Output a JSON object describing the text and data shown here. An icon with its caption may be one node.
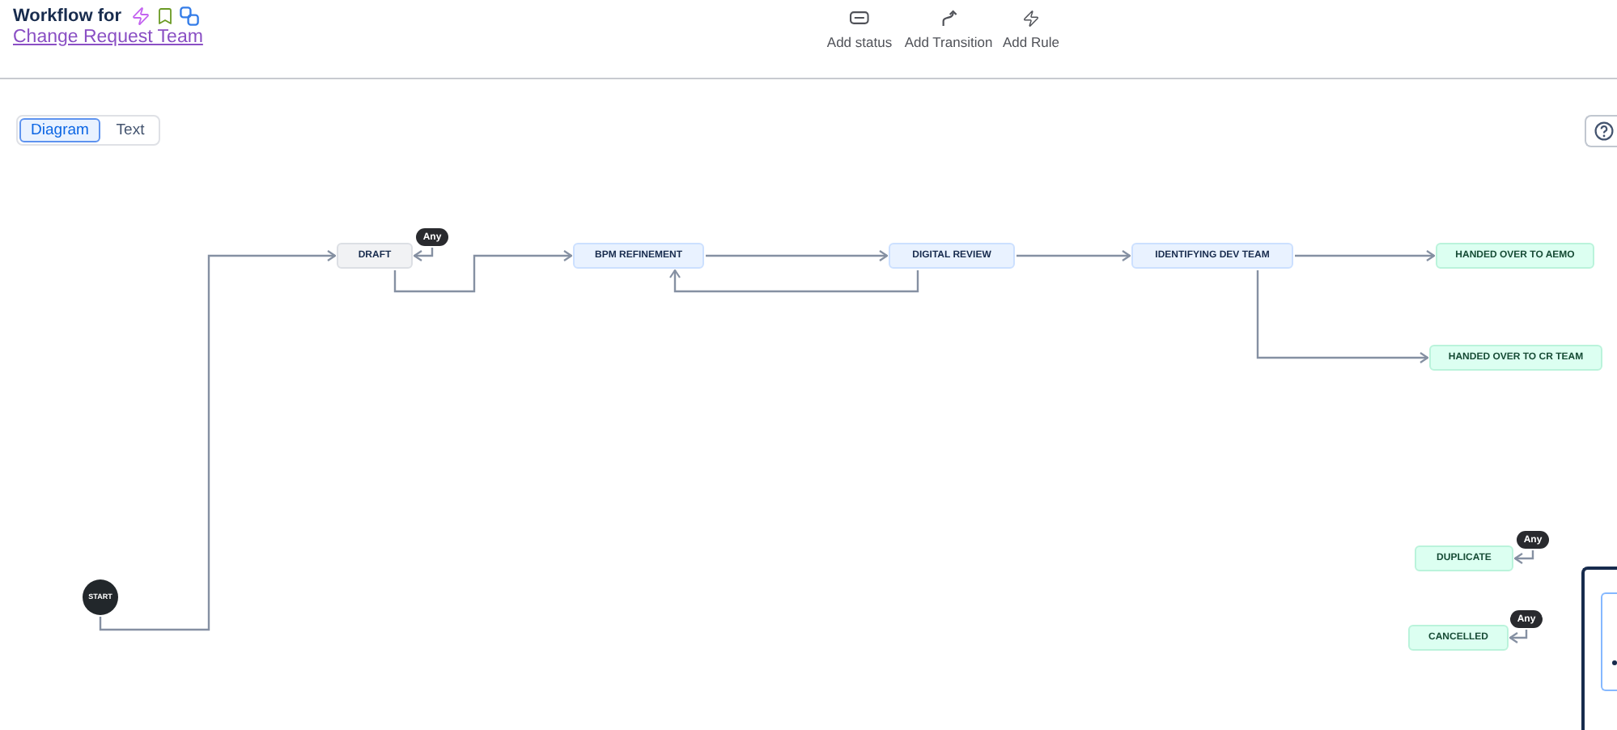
{
  "diagram": {
    "nodes": [
      {
        "text": [
          "START"
        ]
      },
      {
        "text": [
          "DRAFT"
        ]
      },
      {
        "text": [
          "Any"
        ]
      },
      {
        "text": [
          "BPM REFINEMENT"
        ]
      },
      {
        "text": [
          "DIGITAL REVIEW"
        ]
      },
      {
        "text": [
          "IDENTIFYING DEV TEAM"
        ]
      },
      {
        "text": [
          "HANDED OVER TO AEMO"
        ]
      },
      {
        "text": [
          "HANDED OVER TO CR TEAM"
        ]
      },
      {
        "text": [
          "DUPLICATE"
        ]
      },
      {
        "text": [
          "Any"
        ]
      },
      {
        "text": [
          "CANCELLED"
        ]
      },
      {
        "text": [
          "Any"
        ]
      }
    ],
    "edges": [
      {
        "from": 0,
        "to": 1,
        "arrow": "to"
      },
      {
        "from": 2,
        "to": 1,
        "arrow": "to"
      },
      {
        "from": 1,
        "to": 3,
        "arrow": "to"
      },
      {
        "from": 3,
        "to": 4,
        "arrow": "to"
      },
      {
        "from": 4,
        "to": 3,
        "arrow": "to"
      },
      {
        "from": 4,
        "to": 5,
        "arrow": "to"
      },
      {
        "from": 5,
        "to": 6,
        "arrow": "to"
      },
      {
        "from": 5,
        "to": 7,
        "arrow": "to"
      },
      {
        "from": 9,
        "to": 8,
        "arrow": "to"
      },
      {
        "from": 11,
        "to": 10,
        "arrow": "to"
      }
    ],
    "labels": [
      "Workflow for",
      "Change Request Team",
      "Add status",
      "Add Transition",
      "Add Rule",
      "Diagram",
      "Text"
    ]
  }
}
